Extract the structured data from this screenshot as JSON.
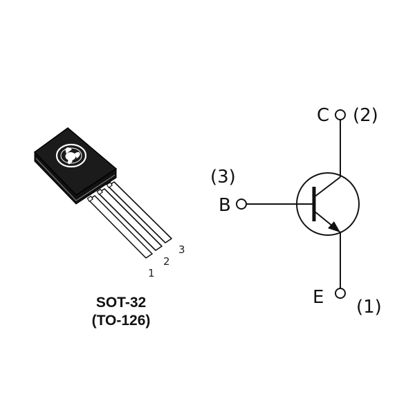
{
  "package": {
    "name": "SOT-32",
    "alt_name": "(TO-126)",
    "pins": [
      "1",
      "2",
      "3"
    ]
  },
  "schematic": {
    "collector": {
      "letter": "C",
      "pin": "(2)"
    },
    "base": {
      "letter": "B",
      "pin": "(3)"
    },
    "emitter": {
      "letter": "E",
      "pin": "(1)"
    }
  }
}
